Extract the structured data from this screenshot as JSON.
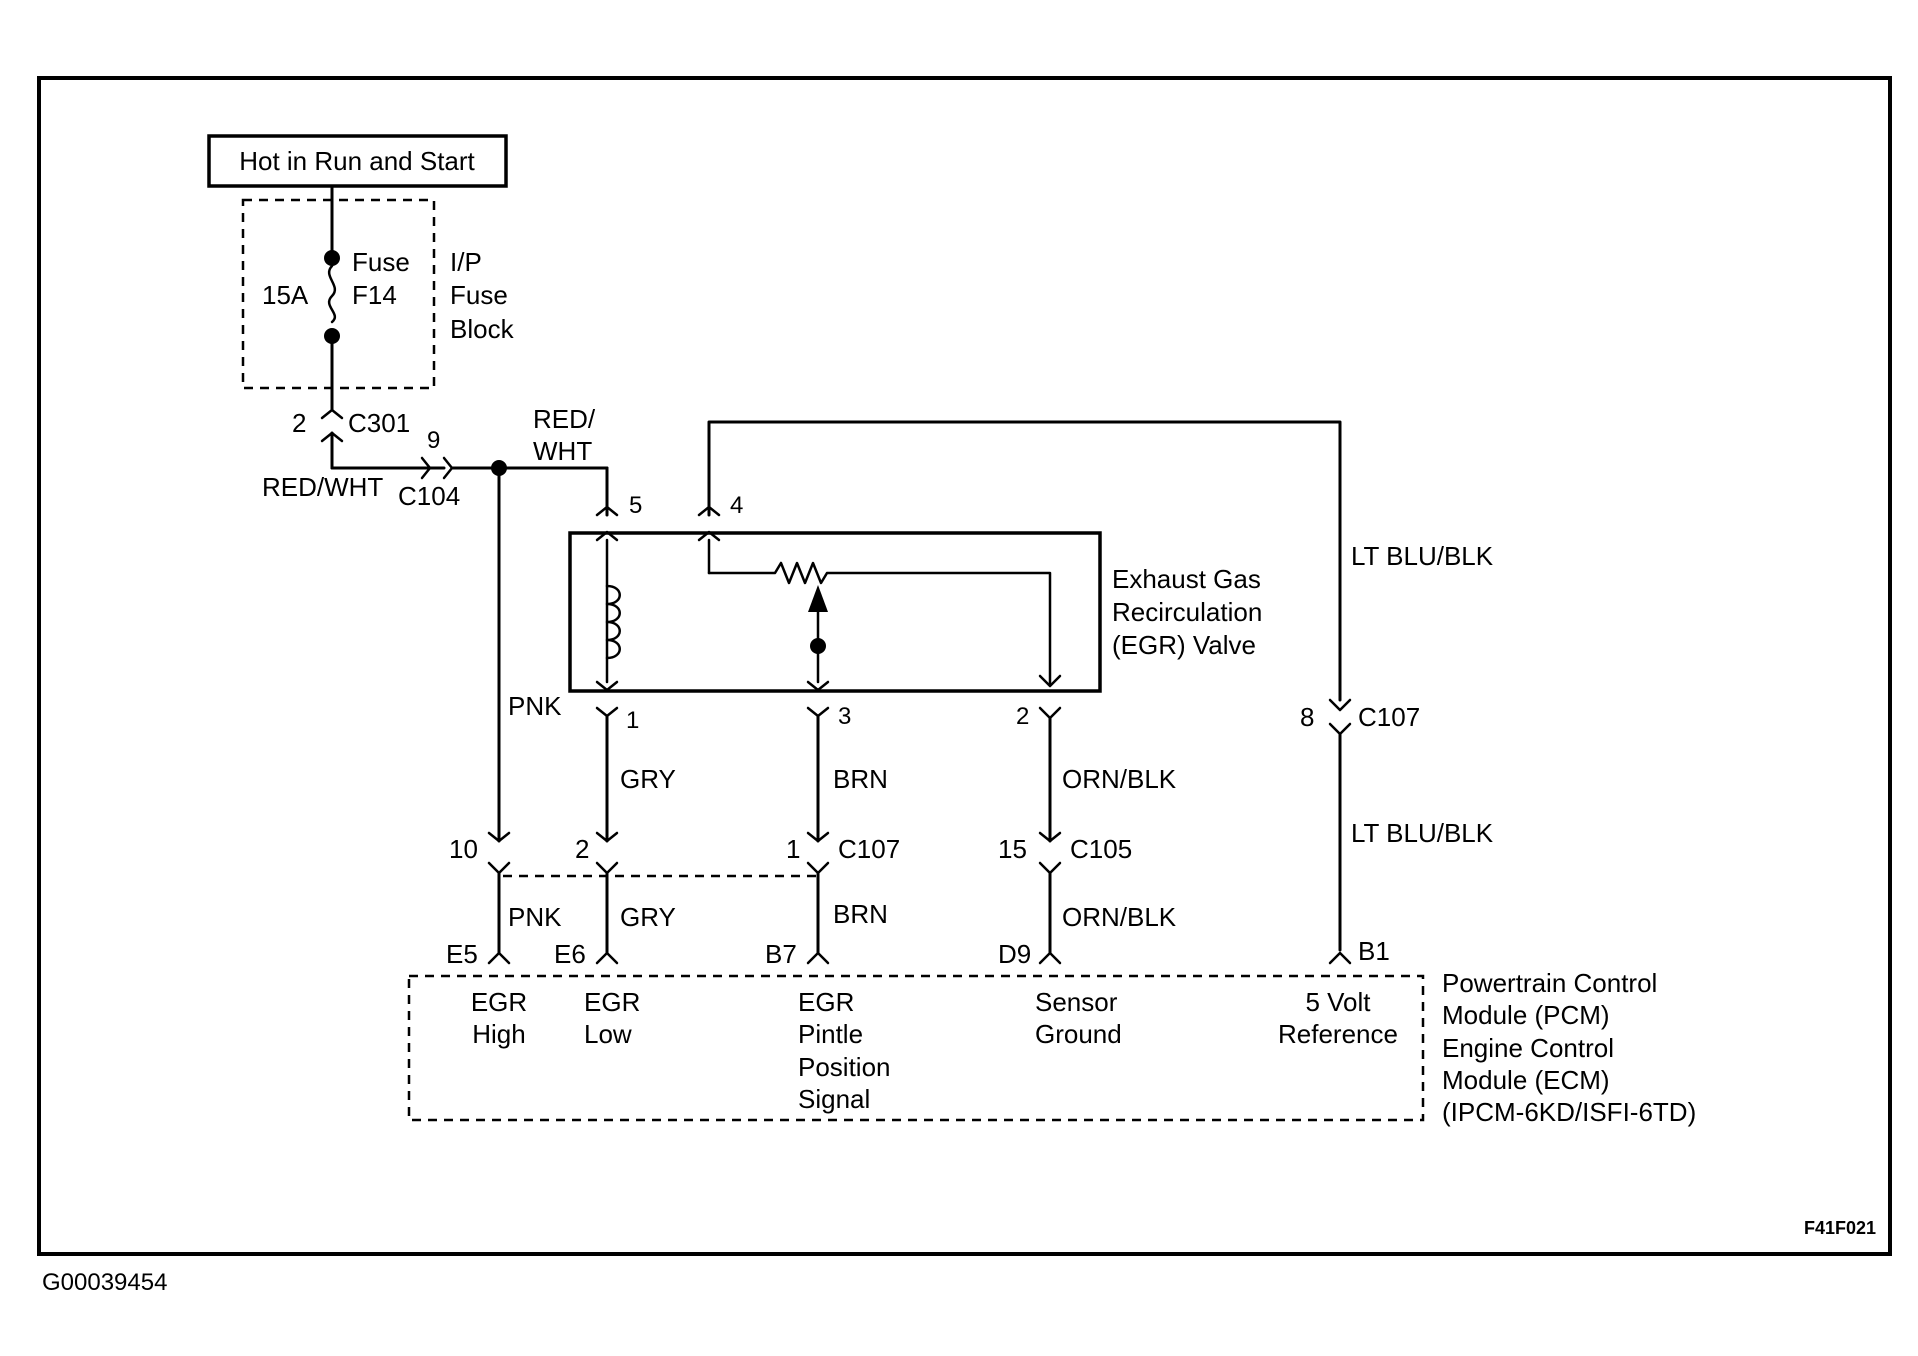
{
  "title_box": "Hot in Run and Start",
  "fuse": {
    "rating": "15A",
    "name_line1": "Fuse",
    "name_line2": "F14"
  },
  "fuse_block": {
    "line1": "I/P",
    "line2": "Fuse",
    "line3": "Block"
  },
  "connectors": {
    "c301_pin": "2",
    "c301": "C301",
    "c104_pin": "9",
    "c104": "C104",
    "egr_pin5": "5",
    "egr_pin4": "4",
    "egr_pin1": "1",
    "egr_pin3": "3",
    "egr_pin2": "2",
    "c107_pin8": "8",
    "c107_top": "C107",
    "c107_pin10": "10",
    "c107_pin2": "2",
    "c107_pin1": "1",
    "c107_bottom": "C107",
    "c105_pin15": "15",
    "c105": "C105"
  },
  "wires": {
    "red_wht_left": "RED/WHT",
    "red_wht_top_1": "RED/",
    "red_wht_top_2": "WHT",
    "pnk_upper": "PNK",
    "pnk_lower": "PNK",
    "gry_upper": "GRY",
    "gry_lower": "GRY",
    "brn_upper": "BRN",
    "brn_lower": "BRN",
    "orn_blk_upper": "ORN/BLK",
    "orn_blk_lower": "ORN/BLK",
    "lt_blu_blk_upper": "LT BLU/BLK",
    "lt_blu_blk_lower": "LT BLU/BLK"
  },
  "egr_valve": {
    "line1": "Exhaust Gas",
    "line2": "Recirculation",
    "line3": "(EGR) Valve"
  },
  "pcm_pins": {
    "e5": "E5",
    "e6": "E6",
    "b7": "B7",
    "d9": "D9",
    "b1": "B1"
  },
  "pcm_signals": {
    "egr_high_1": "EGR",
    "egr_high_2": "High",
    "egr_low_1": "EGR",
    "egr_low_2": "Low",
    "pintle_1": "EGR",
    "pintle_2": "Pintle",
    "pintle_3": "Position",
    "pintle_4": "Signal",
    "ground_1": "Sensor",
    "ground_2": "Ground",
    "ref_1": "5 Volt",
    "ref_2": "Reference"
  },
  "module": {
    "line1": "Powertrain Control",
    "line2": "Module (PCM)",
    "line3": "Engine Control",
    "line4": "Module (ECM)",
    "line5": "(IPCM-6KD/ISFI-6TD)"
  },
  "figure_code": "F41F021",
  "image_code": "G00039454"
}
